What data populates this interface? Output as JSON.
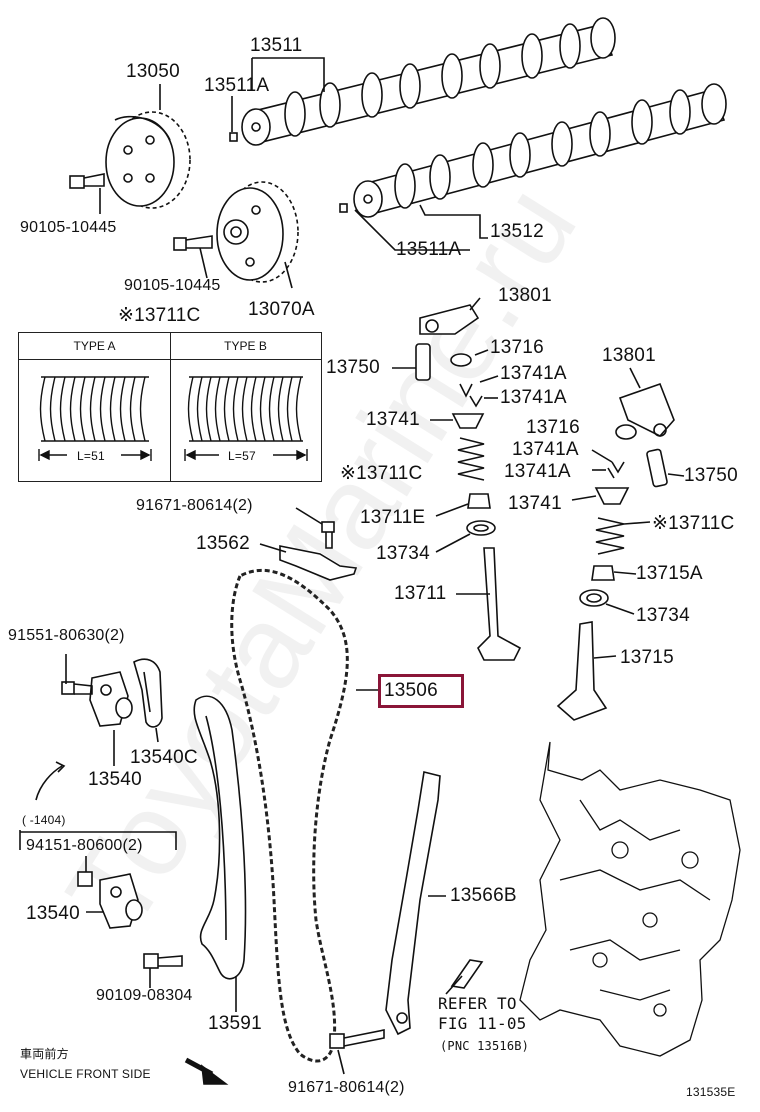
{
  "diagram": {
    "parts": {
      "p13050": "13050",
      "p13511": "13511",
      "p13511a_top": "13511A",
      "p90105_a": "90105-10445",
      "p90105_b": "90105-10445",
      "p13511a_low": "13511A",
      "p13512": "13512",
      "p13070a": "13070A",
      "p13711c_top": "※13711C",
      "p13801_a": "13801",
      "p13716_a": "13716",
      "p13750_a": "13750",
      "p13741a_1": "13741A",
      "p13741a_2": "13741A",
      "p13741_a": "13741",
      "p13801_b": "13801",
      "p13716_b": "13716",
      "p13741a_3": "13741A",
      "p13741a_4": "13741A",
      "p13711c_mid": "※13711C",
      "p13750_b": "13750",
      "p91671_top": "91671-80614(2)",
      "p13711e": "13711E",
      "p13741_b": "13741",
      "p13562": "13562",
      "p13734_a": "13734",
      "p13711c_right": "※13711C",
      "p13715a": "13715A",
      "p13711": "13711",
      "p13734_b": "13734",
      "p91551": "91551-80630(2)",
      "p13715": "13715",
      "p13506": "13506",
      "p13540c": "13540C",
      "p13540_a": "13540",
      "p94151": "94151-80600(2)",
      "p13566b": "13566B",
      "p13540_b": "13540",
      "p90109": "90109-08304",
      "p13591": "13591",
      "p91671_bottom": "91671-80614(2)"
    },
    "spring_table": {
      "type_a": "TYPE A",
      "type_b": "TYPE B",
      "len_a": "L=51",
      "len_b": "L=57"
    },
    "date_range": "( -1404)",
    "refer": {
      "line1": "REFER TO",
      "line2": "FIG 11-05",
      "line3": "(PNC 13516B)"
    },
    "front_jp": "車両前方",
    "front_en": "VEHICLE FRONT SIDE",
    "figure_id": "131535E",
    "highlight_color": "#8a1538"
  }
}
